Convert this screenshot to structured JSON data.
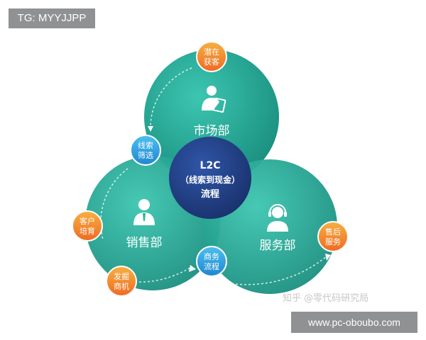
{
  "tag": "TG: MYYJJPP",
  "footer_watermark": "www.pc-oboubo.com",
  "zhihu_watermark": "知乎 @零代码研究局",
  "center": {
    "line1": "L2C",
    "line2": "（线索到现金）",
    "line3": "流程"
  },
  "departments": {
    "marketing": "市场部",
    "sales": "销售部",
    "service": "服务部"
  },
  "badges": {
    "acquire": [
      "潜在",
      "获客"
    ],
    "screen": [
      "线索",
      "筛选"
    ],
    "nurture": [
      "客户",
      "培育"
    ],
    "mine": [
      "发掘",
      "商机"
    ],
    "business": [
      "商务",
      "流程"
    ],
    "after_sales": [
      "售后",
      "服务"
    ]
  },
  "colors": {
    "teal": "#2fb3a0",
    "teal_dark": "#1f8f80",
    "navy": "#23418a",
    "orange": "#f28a2e",
    "blue": "#2a9fe0"
  },
  "icons": {
    "marketing": "person-with-document-icon",
    "sales": "businessman-icon",
    "service": "headset-agent-icon"
  }
}
